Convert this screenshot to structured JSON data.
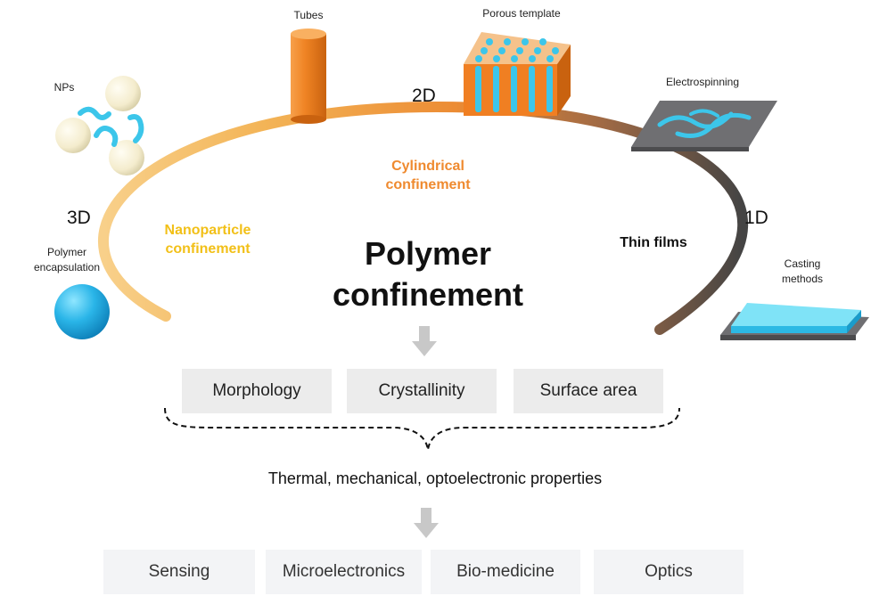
{
  "title": {
    "line1": "Polymer",
    "line2": "confinement"
  },
  "dimensions": {
    "d3": "3D",
    "d2": "2D",
    "d1": "1D"
  },
  "confinements": {
    "nanoparticle": {
      "line1": "Nanoparticle",
      "line2": "confinement",
      "color": "#f2c018"
    },
    "cylindrical": {
      "line1": "Cylindrical",
      "line2": "confinement",
      "color": "#ef8a2f"
    },
    "thin_films": {
      "label": "Thin films",
      "color": "#111111"
    }
  },
  "examples": {
    "nps": "NPs",
    "tubes": "Tubes",
    "porous_template": "Porous template",
    "electrospinning": "Electrospinning",
    "polymer_encapsulation": {
      "line1": "Polymer",
      "line2": "encapsulation"
    },
    "casting_methods": {
      "line1": "Casting",
      "line2": "methods"
    }
  },
  "characteristics": [
    "Morphology",
    "Crystallinity",
    "Surface area"
  ],
  "properties": "Thermal, mechanical, optoelectronic properties",
  "applications": [
    "Sensing",
    "Microelectronics",
    "Bio-medicine",
    "Optics"
  ],
  "colors": {
    "arc_start": "#f6c063",
    "arc_mid": "#ee8f35",
    "arc_end": "#4a4a4a",
    "cyan": "#3cc6ea",
    "orange": "#ef7f22",
    "arrow": "#c8c8c8"
  }
}
